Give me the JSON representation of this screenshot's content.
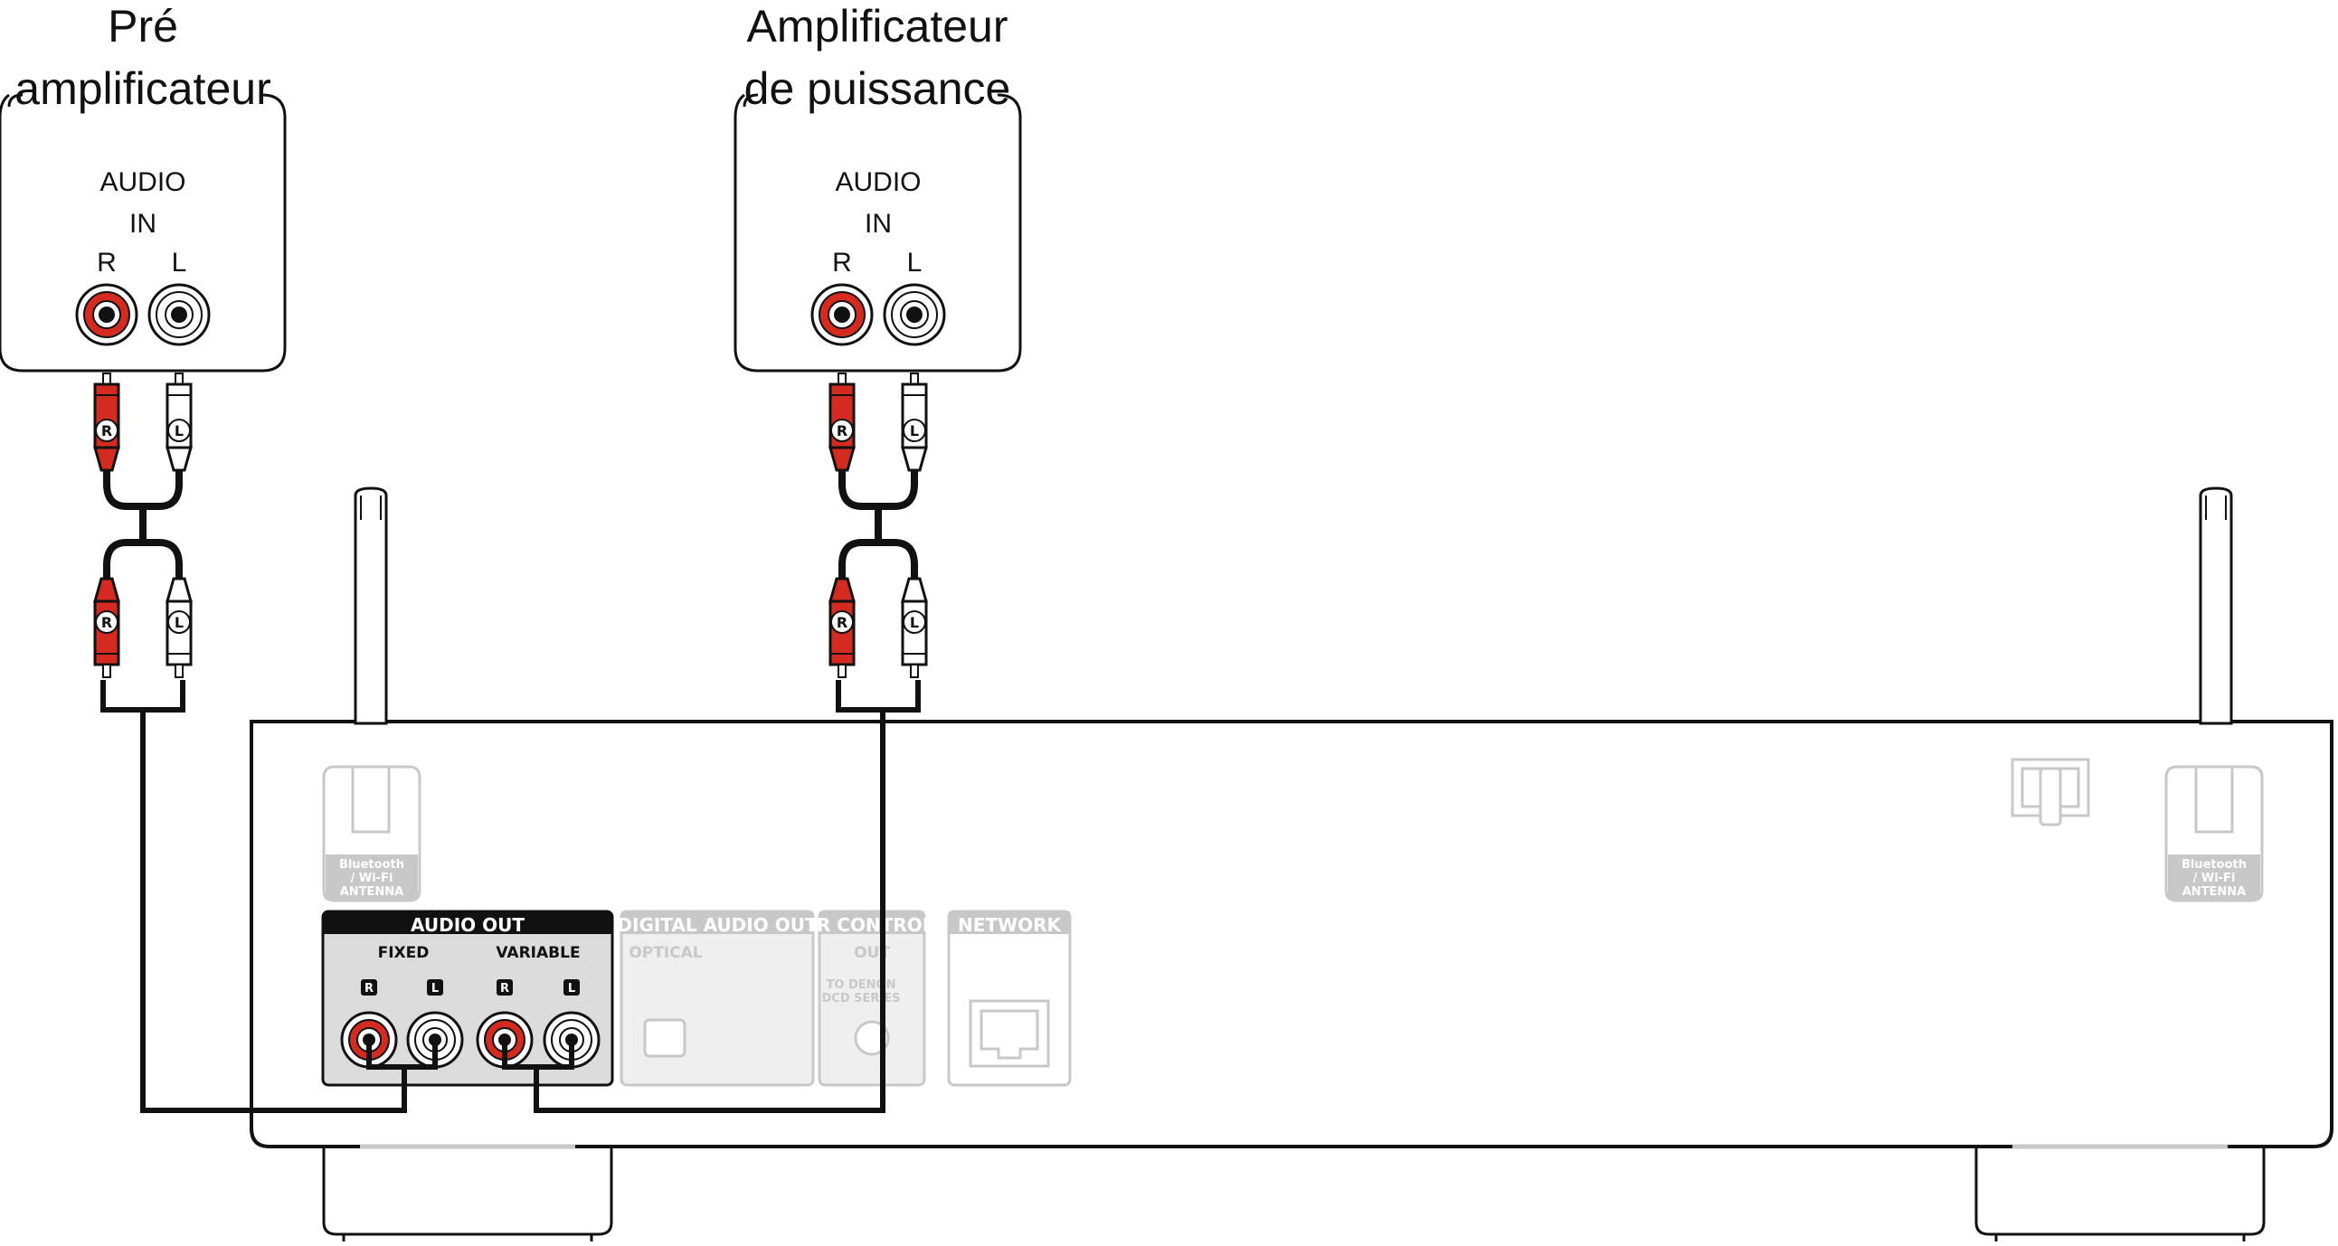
{
  "preamp": {
    "title_line1": "Pré",
    "title_line2": "amplificateur",
    "audio": "AUDIO",
    "in": "IN",
    "r": "R",
    "l": "L"
  },
  "poweramp": {
    "title_line1": "Amplificateur",
    "title_line2": "de puissance",
    "audio": "AUDIO",
    "in": "IN",
    "r": "R",
    "l": "L"
  },
  "cable_plugs": {
    "r": "R",
    "l": "L"
  },
  "rear_panel": {
    "antenna_label_1": "Bluetooth",
    "antenna_label_2": "/ Wi-Fi",
    "antenna_label_3": "ANTENNA",
    "audio_out": {
      "title": "AUDIO OUT",
      "fixed": "FIXED",
      "variable": "VARIABLE",
      "r": "R",
      "l": "L"
    },
    "digital_audio_out": {
      "title": "DIGITAL AUDIO OUT",
      "optical": "OPTICAL"
    },
    "ir_control": {
      "title": "IR CONTROL",
      "out": "OUT",
      "note_1": "TO DENON",
      "note_2": "DCD SERIES"
    },
    "network": {
      "title": "NETWORK"
    }
  },
  "colors": {
    "line": "#111111",
    "red_jack": "#d42a1f",
    "faded": "#c8c8c8",
    "panel_fill": "#e9e9e9",
    "audio_out_fill": "#dcdcdc"
  }
}
